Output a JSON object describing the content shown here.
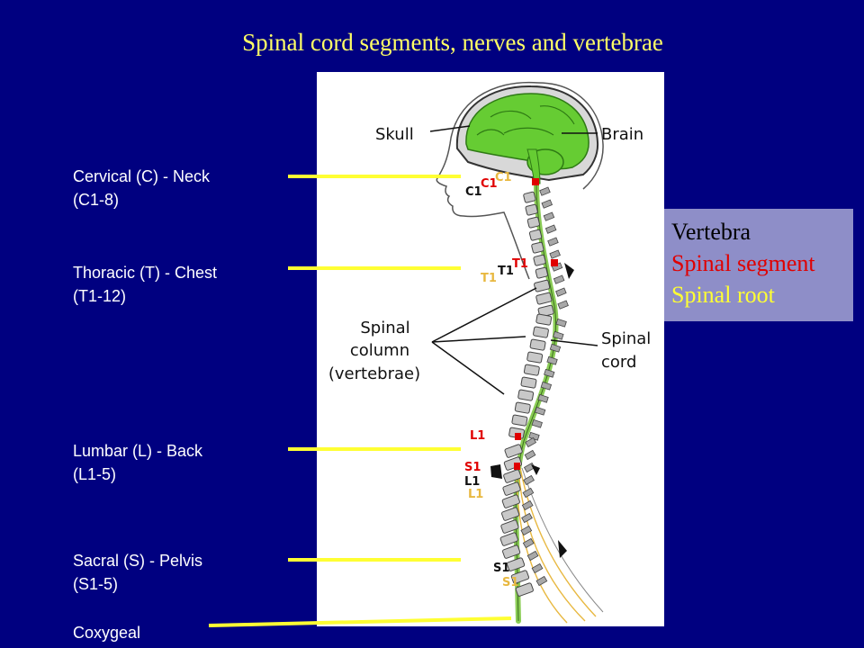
{
  "title": "Spinal cord segments, nerves and vertebrae",
  "regions": [
    {
      "line1": "Cervical (C) - Neck",
      "line2": "(C1-8)"
    },
    {
      "line1": "Thoracic (T) - Chest",
      "line2": "(T1-12)"
    },
    {
      "line1": "Lumbar (L) - Back",
      "line2": "(L1-5)"
    },
    {
      "line1": "Sacral (S) - Pelvis",
      "line2": "(S1-5)"
    },
    {
      "line1": "Coxygeal",
      "line2": ""
    }
  ],
  "figure": {
    "skull": "Skull",
    "brain": "Brain",
    "spinal_column": [
      "Spinal",
      "column",
      "(vertebrae)"
    ],
    "spinal_cord": [
      "Spinal",
      "cord"
    ],
    "markers": {
      "c1_vertebra": "C1",
      "c1_segment": "C1",
      "c1_root": "C1",
      "t1_vertebra": "T1",
      "t1_segment": "T1",
      "t1_root": "T1",
      "l1_vertebra": "L1",
      "l1_segment": "L1",
      "l1_root": "L1",
      "s1_vertebra": "S1",
      "s1_segment": "S1",
      "s1_root": "S1"
    }
  },
  "legend": {
    "vertebra": "Vertebra",
    "segment": "Spinal segment",
    "root": "Spinal root"
  },
  "colors": {
    "background": "#000080",
    "title": "#FFFF66",
    "pointer": "#FFFF33",
    "segment": "#E00000",
    "root": "#E8B840",
    "legend_bg": "#8E8EC8",
    "brain": "#66CC33"
  }
}
